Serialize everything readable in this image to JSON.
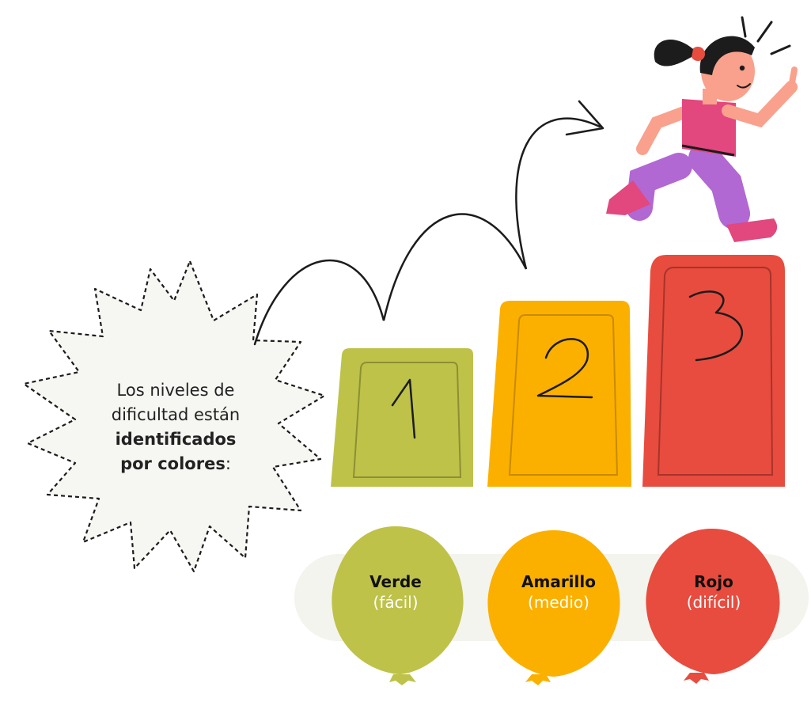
{
  "callout": {
    "line1": "Los niveles de",
    "line2": "dificultad están",
    "bold_line1": "identificados",
    "bold_line2": "por colores",
    "suffix": ":"
  },
  "steps": [
    {
      "number": "1",
      "color": "#bec249"
    },
    {
      "number": "2",
      "color": "#fbb000"
    },
    {
      "number": "3",
      "color": "#e84c3f"
    }
  ],
  "balloons": [
    {
      "name": "Verde",
      "level": "(fácil)",
      "color": "#bec249"
    },
    {
      "name": "Amarillo",
      "level": "(medio)",
      "color": "#fbb000"
    },
    {
      "name": "Rojo",
      "level": "(difícil)",
      "color": "#e84c3f"
    }
  ],
  "colors": {
    "band": "#f3f4ee",
    "ink": "#1c1c1c",
    "shirt": "#e2477e",
    "pants": "#b168d3",
    "skin": "#f9a18c",
    "hair": "#1c1c1c"
  }
}
